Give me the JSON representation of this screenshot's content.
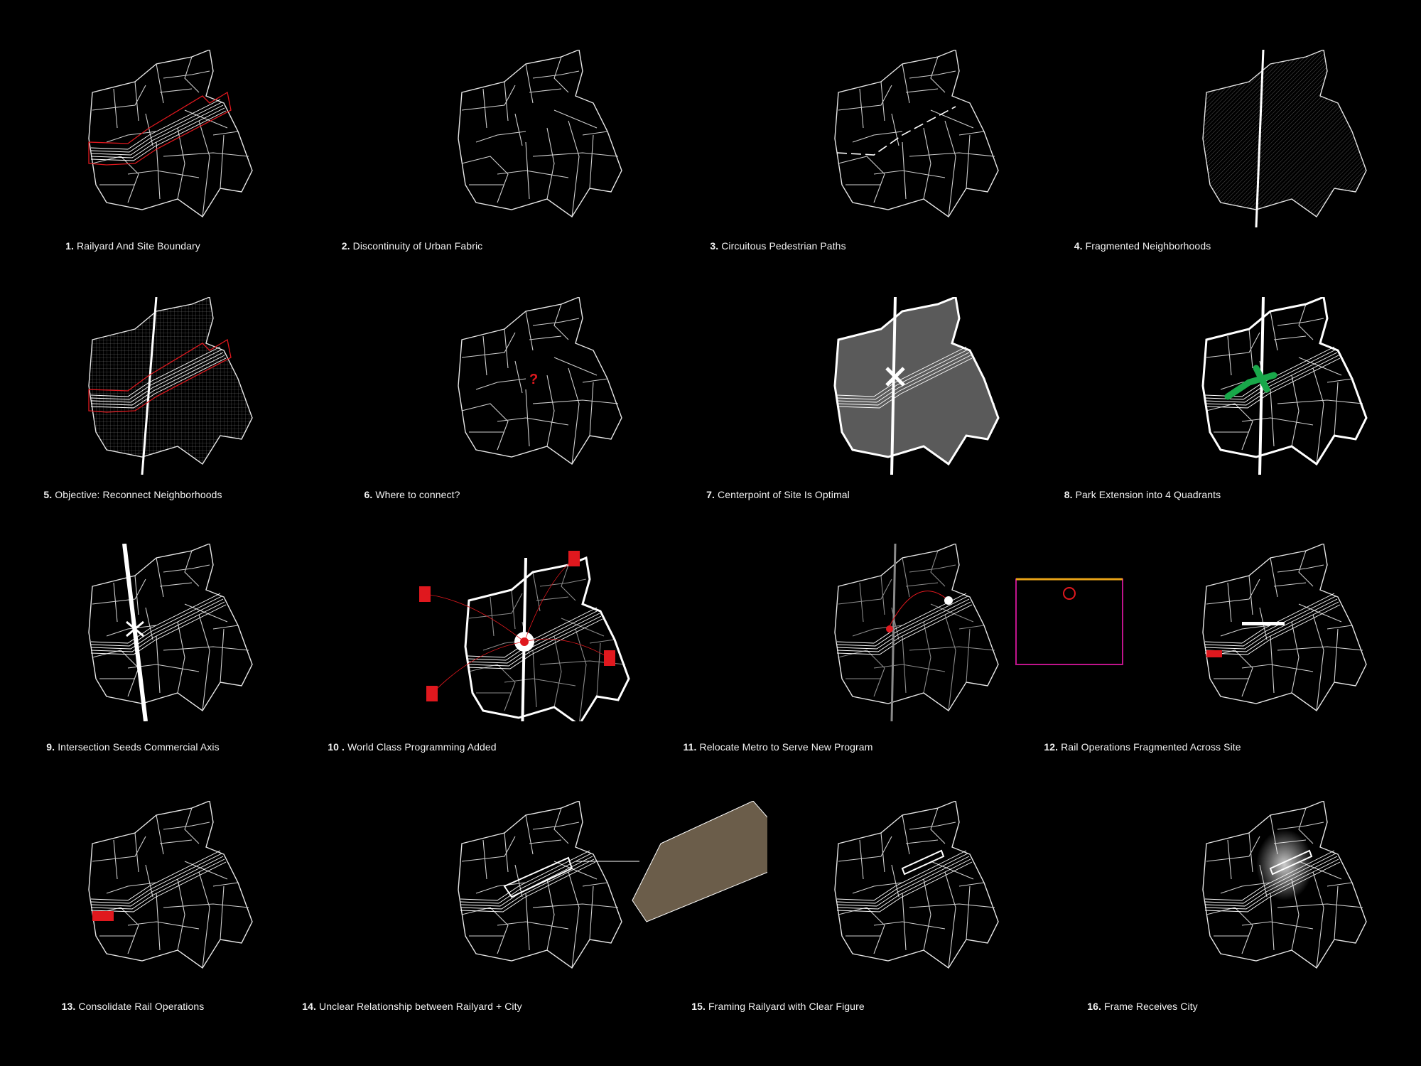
{
  "diagrams": [
    {
      "number": "1.",
      "caption": "Railyard And Site Boundary",
      "icon": "map-boundary-red"
    },
    {
      "number": "2.",
      "caption": "Discontinuity of Urban Fabric",
      "icon": "map-fabric-gaps"
    },
    {
      "number": "3.",
      "caption": "Circuitous Pedestrian Paths",
      "icon": "map-path-arrows"
    },
    {
      "number": "4.",
      "caption": "Fragmented Neighborhoods",
      "icon": "map-hatched-quadrants"
    },
    {
      "number": "5.",
      "caption": "Objective: Reconnect Neighborhoods",
      "icon": "map-hatched-boundary"
    },
    {
      "number": "6.",
      "caption": "Where to connect?",
      "icon": "map-question-mark"
    },
    {
      "number": "7.",
      "caption": "Centerpoint of Site Is Optimal",
      "icon": "map-grey-quadrants"
    },
    {
      "number": "8.",
      "caption": "Park Extension into 4 Quadrants",
      "icon": "map-green-park"
    },
    {
      "number": "9.",
      "caption": "Intersection Seeds Commercial Axis",
      "icon": "map-commercial-axis"
    },
    {
      "number": "10 .",
      "caption": "World Class Programming Added",
      "icon": "map-red-programs"
    },
    {
      "number": "11.",
      "caption": "Relocate Metro to Serve New Program",
      "icon": "map-metro"
    },
    {
      "number": "12.",
      "caption": "Rail Operations Fragmented Across Site",
      "icon": "map-rail-ops"
    },
    {
      "number": "13.",
      "caption": "Consolidate Rail Operations",
      "icon": "map-rail-consolidated"
    },
    {
      "number": "14.",
      "caption": "Unclear Relationship between Railyard + City",
      "icon": "map-aerial-photo"
    },
    {
      "number": "15.",
      "caption": "Framing Railyard with Clear Figure",
      "icon": "map-frame"
    },
    {
      "number": "16.",
      "caption": "Frame Receives City",
      "icon": "map-frame-glow"
    }
  ],
  "colors": {
    "background": "#000000",
    "line": "#ffffff",
    "accent_red": "#e0181e",
    "park_green": "#19a84a",
    "metro_orange": "#e8a317",
    "metro_magenta": "#c0148c"
  }
}
